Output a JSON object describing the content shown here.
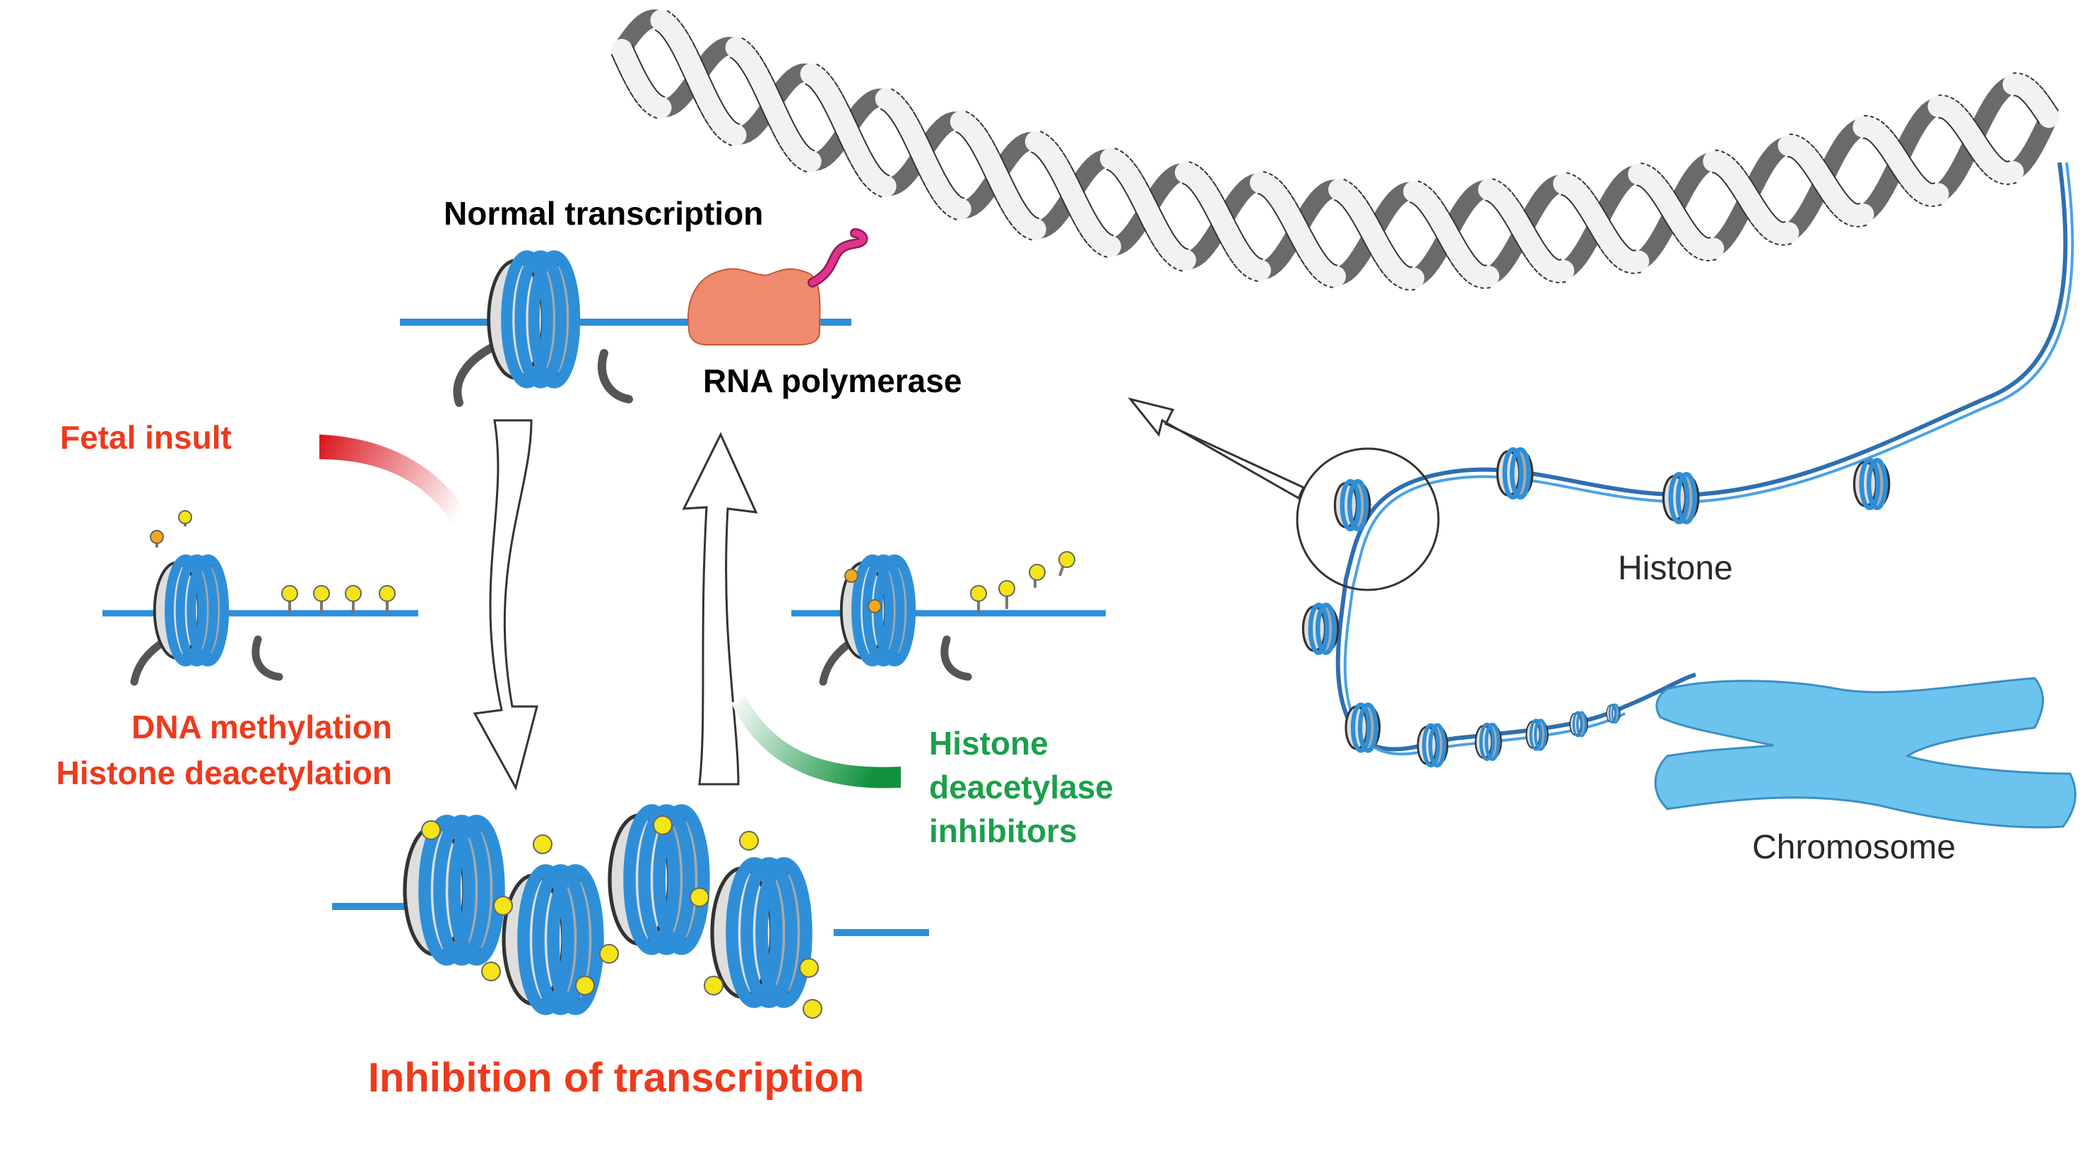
{
  "labels": {
    "normal_transcription": "Normal transcription",
    "rna_polymerase": "RNA polymerase",
    "fetal_insult": "Fetal insult",
    "dna_methylation": "DNA methylation",
    "histone_deacetylation": "Histone deacetylation",
    "hdac_inhibitors_line1": "Histone",
    "hdac_inhibitors_line2": "deacetylase",
    "hdac_inhibitors_line3": "inhibitors",
    "inhibition_of_transcription": "Inhibition of transcription",
    "histone": "Histone",
    "chromosome": "Chromosome"
  },
  "colors": {
    "red_text": "#ee3a1c",
    "green_text": "#1aa04a",
    "dna_blue": "#2e8fd8",
    "chromosome_blue": "#6cc4ee",
    "histone_gray": "#c9c9c9",
    "polymerase_orange": "#ef8a6c",
    "rna_pink": "#e0338c",
    "methyl_yellow": "#f4e418"
  }
}
